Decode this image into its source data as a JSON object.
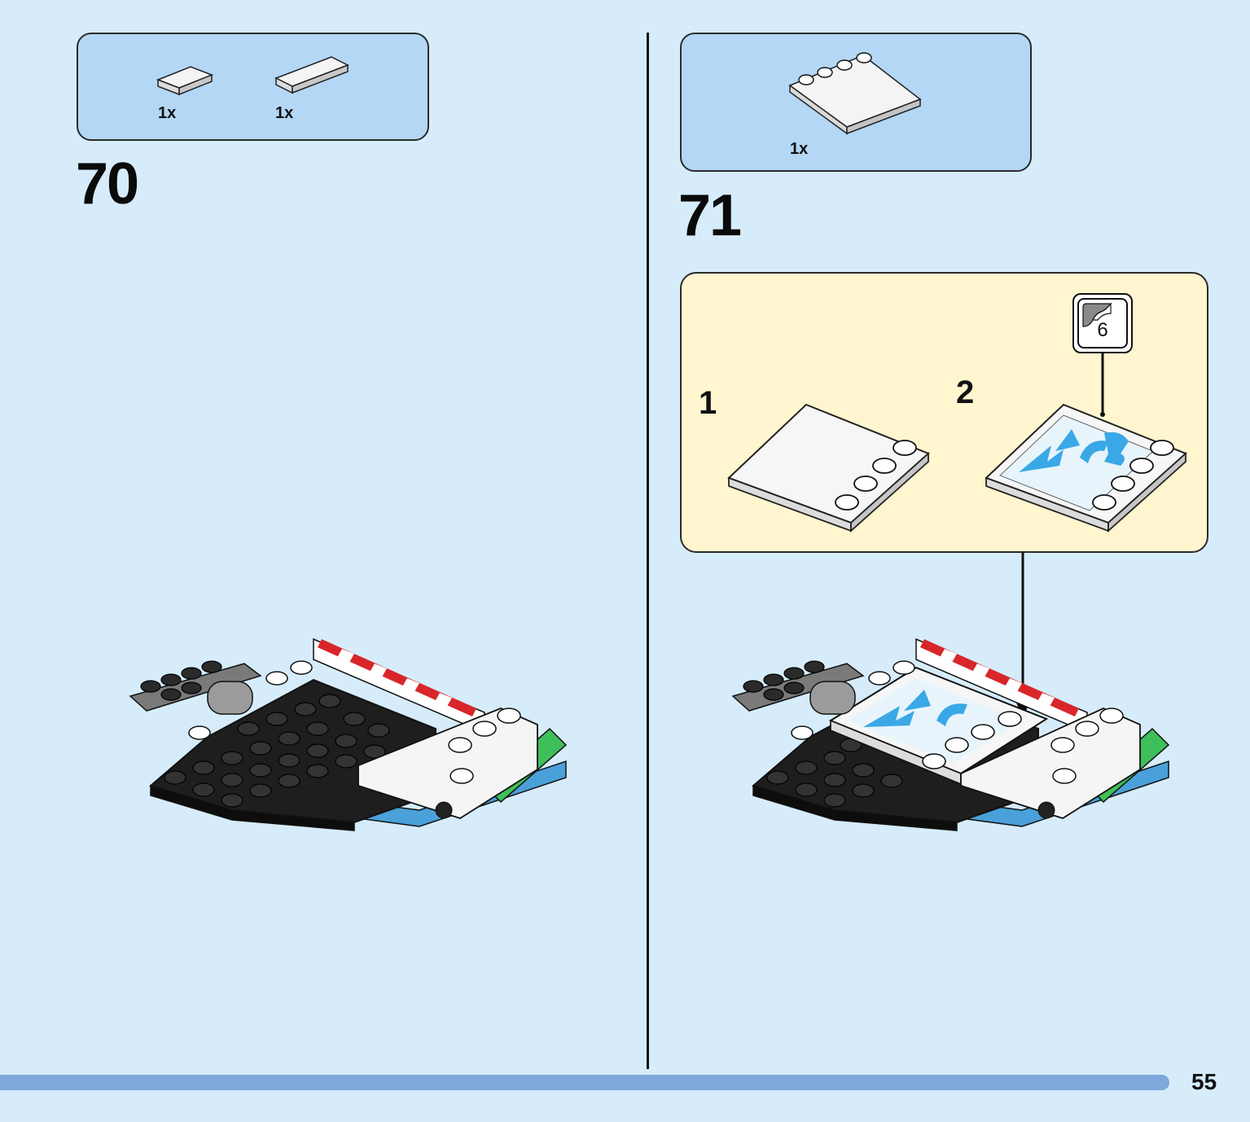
{
  "steps": [
    {
      "number": "70",
      "parts": [
        {
          "qty": "1x",
          "icon": "tile-1x2-white-icon"
        },
        {
          "qty": "1x",
          "icon": "tile-1x4-white-icon"
        }
      ]
    },
    {
      "number": "71",
      "parts": [
        {
          "qty": "1x",
          "icon": "tile-4x4-studs-white-icon"
        }
      ],
      "substeps": [
        {
          "number": "1"
        },
        {
          "number": "2"
        }
      ],
      "sticker": {
        "number": "6"
      }
    }
  ],
  "page": {
    "number": "55"
  },
  "colors": {
    "page_bg": "#d6ecfb",
    "parts_box": "#b3d7f5",
    "substep_box": "#fff5cf",
    "bottom_bar": "#7fa7d9",
    "sticker_blue": "#3aa8e6"
  }
}
